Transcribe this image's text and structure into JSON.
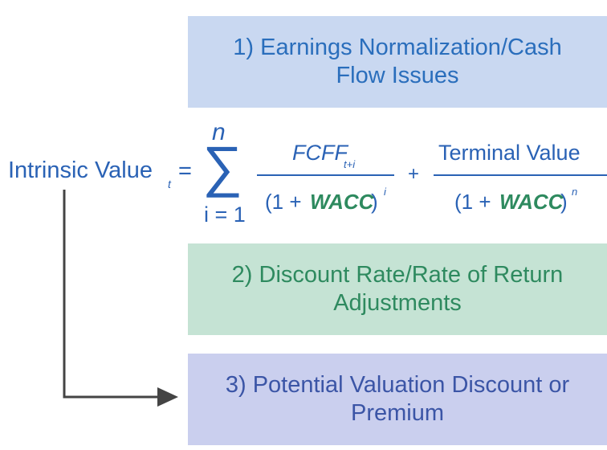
{
  "boxes": {
    "earnings": "1) Earnings Normalization/Cash Flow Issues",
    "discount": "2) Discount Rate/Rate of Return Adjustments",
    "valuation": "3) Potential Valuation Discount or Premium"
  },
  "formula": {
    "lhs": "Intrinsic Value",
    "lhs_subscript": "t",
    "equals": "=",
    "sum_upper": "n",
    "sum_symbol": "∑",
    "sum_lower": "i = 1",
    "term1_numerator": "FCFF",
    "term1_numerator_subscript": "t+i",
    "term1_denominator_open": "(1 + ",
    "term1_denominator_wacc": "WACC",
    "term1_denominator_close": ")",
    "term1_denominator_exponent": "i",
    "plus": "+",
    "term2_numerator": "Terminal Value",
    "term2_denominator_open": "(1 + ",
    "term2_denominator_wacc": "WACC",
    "term2_denominator_close": ")",
    "term2_denominator_exponent": "n"
  },
  "colors": {
    "formula_blue": "#2a62b5",
    "wacc_green": "#2e8a5f",
    "box1_fill": "#c9d8f1",
    "box2_fill": "#c5e3d4",
    "box3_fill": "#cacfee",
    "arrow": "#444444"
  }
}
